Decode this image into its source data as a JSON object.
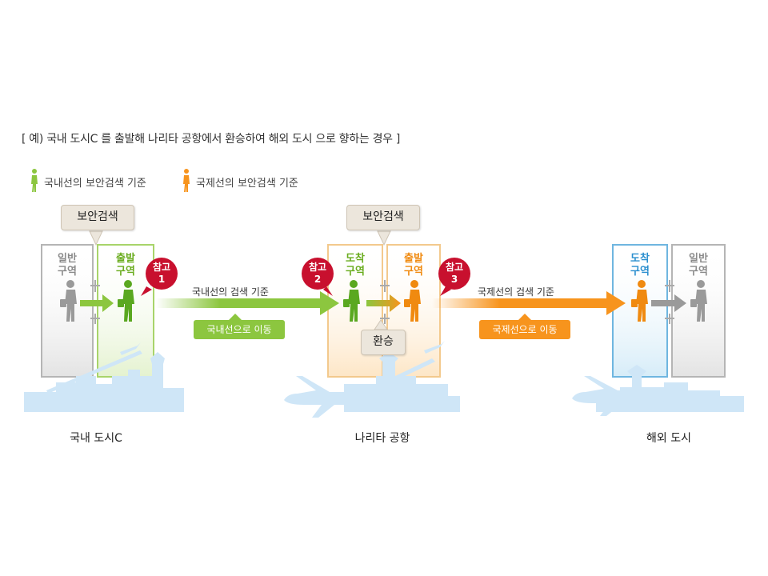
{
  "title": "[ 예) 국내 도시C 를 출발해 나리타 공항에서 환승하여 해외 도시 으로 향하는 경우 ]",
  "legend": {
    "domestic": "국내선의 보안검색 기준",
    "international": "국제선의 보안검색 기준"
  },
  "colors": {
    "domestic_green": "#8cc63f",
    "international_orange": "#f7941d",
    "overseas_blue": "#4aa3d8",
    "gray": "#9a9a9a",
    "tag_red": "#c8102e"
  },
  "callouts": {
    "security_check_1": "보안검색",
    "security_check_2": "보안검색",
    "transfer": "환승"
  },
  "zones": {
    "general_area_1": "일반\n구역",
    "departure_area_1": "출발\n구역",
    "arrival_area_2": "도착\n구역",
    "departure_area_2": "출발\n구역",
    "arrival_area_3": "도착\n구역",
    "general_area_3": "일반\n구역"
  },
  "notes": {
    "note_1": "참고\n1",
    "note_2": "참고\n2",
    "note_3": "참고\n3"
  },
  "arrows": {
    "domestic_label": "국내선의 검색 기준",
    "domestic_pill": "국내선으로 이동",
    "international_label": "국제선의 검색 기준",
    "international_pill": "국제선으로 이동"
  },
  "cities": {
    "city_c": "국내 도시C",
    "narita": "나리타 공항",
    "overseas": "해외 도시"
  }
}
